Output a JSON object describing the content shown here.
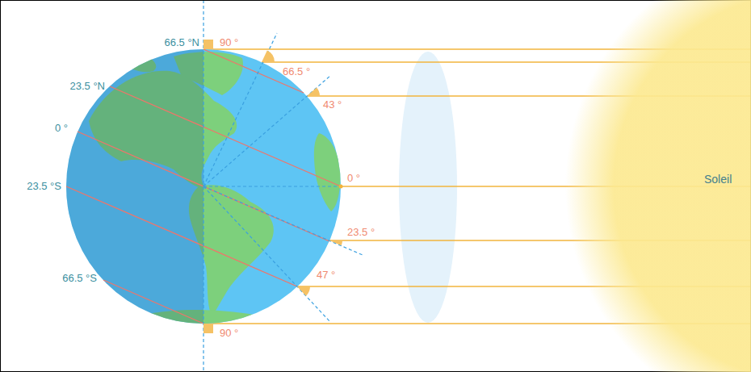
{
  "diagram": {
    "nodes": [
      {
        "text": [
          "Soleil"
        ]
      }
    ],
    "labels": [
      "66.5 °N",
      "90 °",
      "23.5 °N",
      "66.5 °",
      "43 °",
      "0 °",
      "0 °",
      "23.5 °S",
      "23.5 °",
      "47 °",
      "66.5 °S",
      "90 °"
    ]
  }
}
